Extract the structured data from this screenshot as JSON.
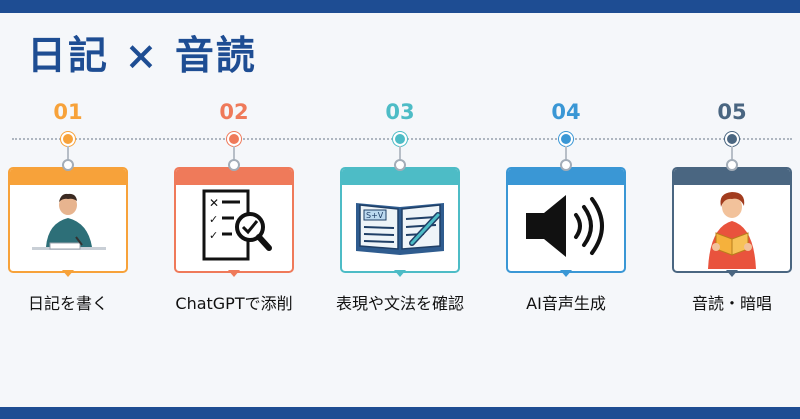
{
  "title": "日記 × 音読",
  "steps": [
    {
      "num": "01",
      "label": "日記を書く",
      "color": "#f7a23a",
      "icon": "writing-person-icon"
    },
    {
      "num": "02",
      "label": "ChatGPTで添削",
      "color": "#ef7a5a",
      "icon": "checklist-magnifier-icon"
    },
    {
      "num": "03",
      "label": "表現や文法を確認",
      "color": "#4dbcc6",
      "icon": "open-book-pen-icon"
    },
    {
      "num": "04",
      "label": "AI音声生成",
      "color": "#3a97d5",
      "icon": "speaker-sound-icon"
    },
    {
      "num": "05",
      "label": "音読・暗唱",
      "color": "#4a6681",
      "icon": "reading-person-icon"
    }
  ]
}
